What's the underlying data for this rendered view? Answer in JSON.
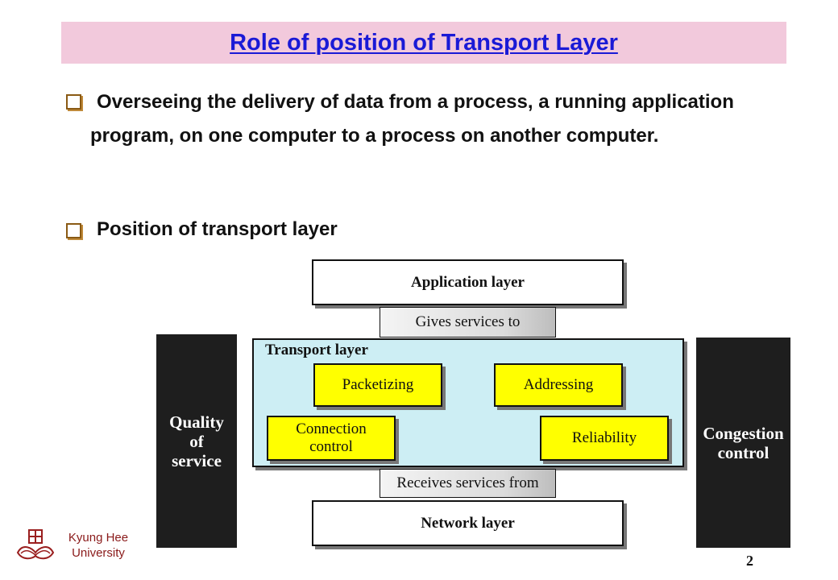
{
  "slide": {
    "title": "Role of position of Transport Layer",
    "bullets": [
      {
        "text": "Overseeing the delivery of data from a process, a running application program, on one computer to a process on another computer."
      },
      {
        "text": "Position of transport layer"
      }
    ],
    "page_number": "2"
  },
  "footer": {
    "university": "Kyung Hee\nUniversity"
  },
  "diagram": {
    "application_layer": "Application layer",
    "gives_services_to": "Gives services to",
    "transport_layer": "Transport layer",
    "packetizing": "Packetizing",
    "addressing": "Addressing",
    "connection_control": "Connection\ncontrol",
    "reliability": "Reliability",
    "receives_services_from": "Receives services from",
    "network_layer": "Network layer",
    "quality_of_service": "Quality\nof\nservice",
    "congestion_control": "Congestion\ncontrol"
  },
  "colors": {
    "title_bg": "#f2c9dc",
    "title_text": "#1a1ad6",
    "transport_bg": "#cdeef4",
    "service_box": "#ffff00",
    "side_bar": "#1e1e1e"
  },
  "icons": [
    "checkbox-bullet-icon",
    "university-logo"
  ]
}
